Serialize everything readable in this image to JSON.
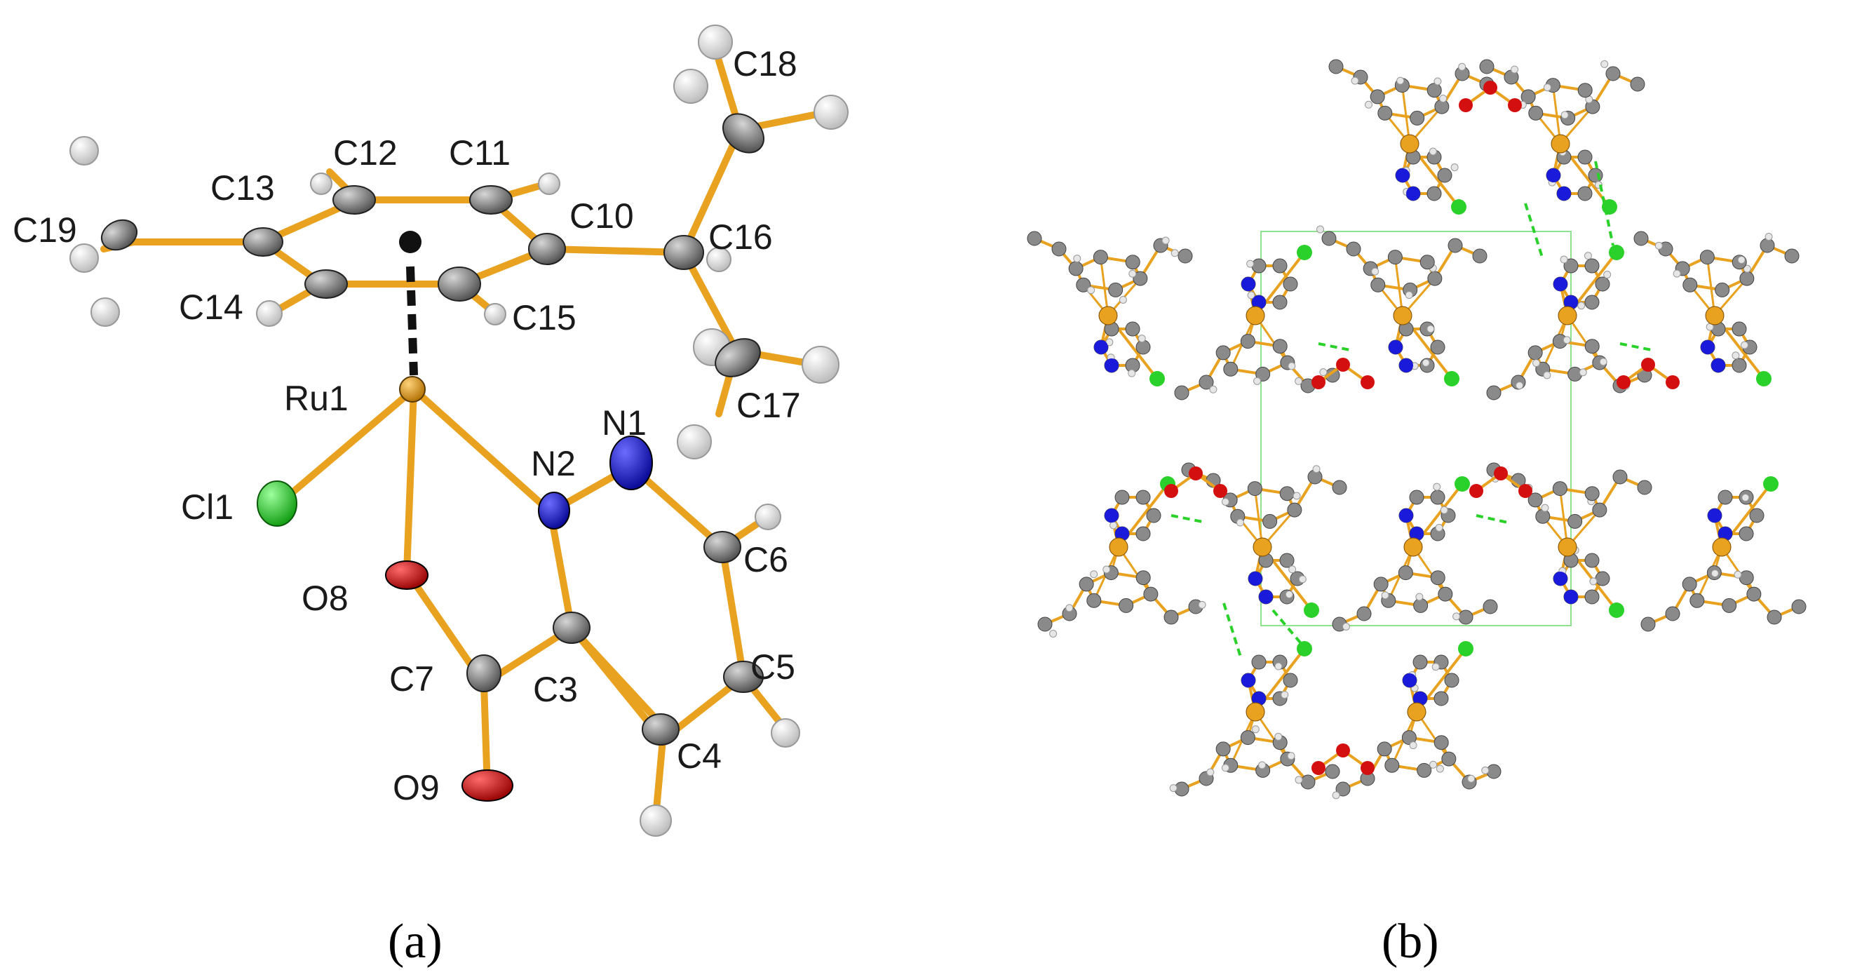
{
  "panels": [
    {
      "label": "(a)"
    },
    {
      "label": "(b)"
    }
  ],
  "atoms": [
    {
      "label": "C18"
    },
    {
      "label": "C12"
    },
    {
      "label": "C11"
    },
    {
      "label": "C13"
    },
    {
      "label": "C19"
    },
    {
      "label": "C10"
    },
    {
      "label": "C16"
    },
    {
      "label": "C14"
    },
    {
      "label": "C15"
    },
    {
      "label": "Ru1"
    },
    {
      "label": "N1"
    },
    {
      "label": "C17"
    },
    {
      "label": "N2"
    },
    {
      "label": "Cl1"
    },
    {
      "label": "C6"
    },
    {
      "label": "O8"
    },
    {
      "label": "C5"
    },
    {
      "label": "C7"
    },
    {
      "label": "C3"
    },
    {
      "label": "C4"
    },
    {
      "label": "O9"
    }
  ],
  "colors": {
    "bond": "#e8a21f",
    "carbon": "#8a8a8a",
    "hydrogen": "#e6e6e6",
    "ruthenium": "#e8a21f",
    "nitrogen": "#1a1adb",
    "oxygen": "#d40f0f",
    "chlorine": "#2ad12a",
    "hbond": "#2ad12a",
    "unit_cell": "#8fe38f"
  }
}
